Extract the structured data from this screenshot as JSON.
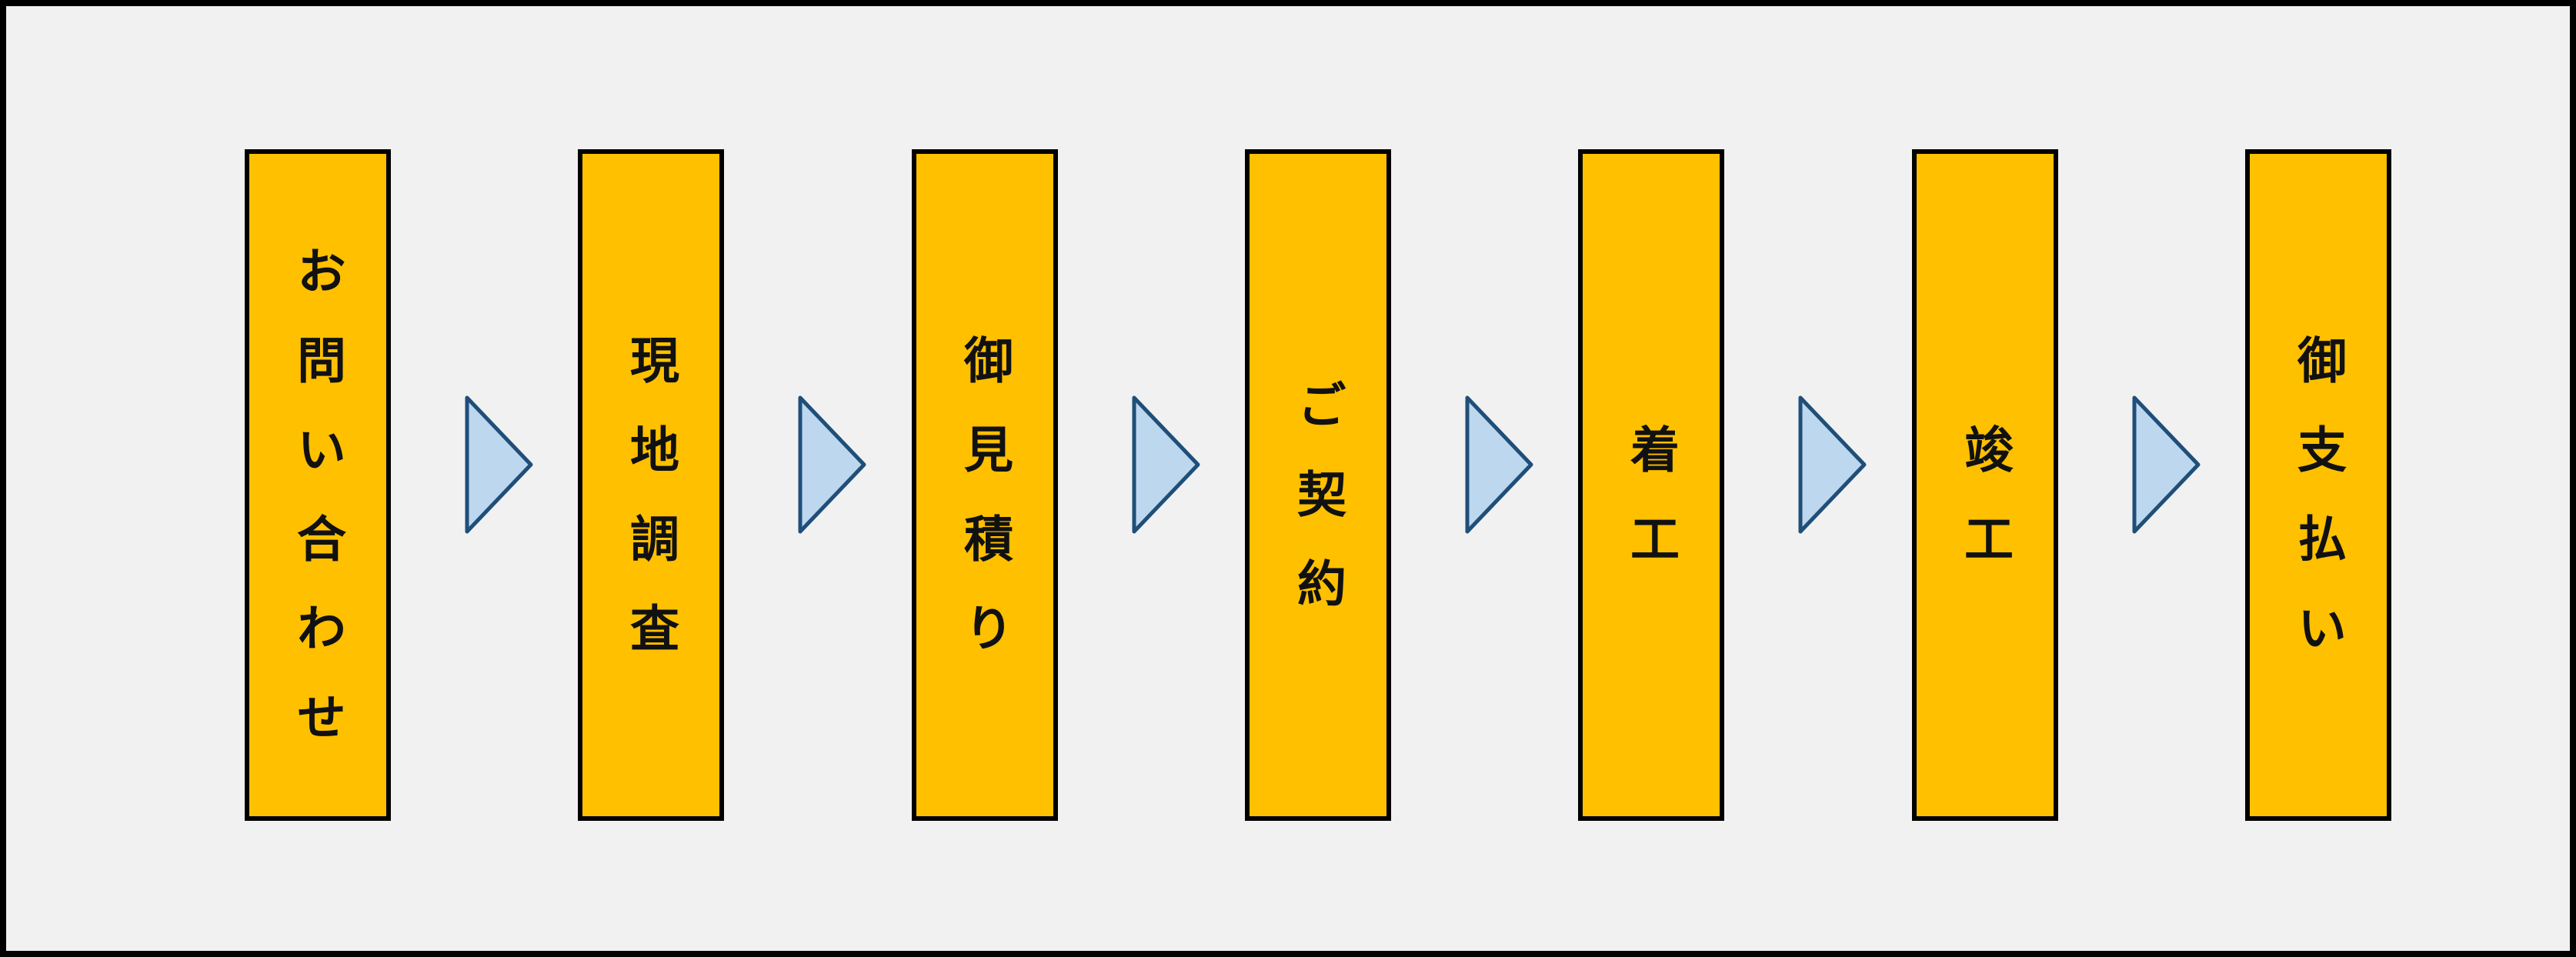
{
  "flow": {
    "title": "construction-process-flow",
    "steps": [
      {
        "label": "お問い合わせ"
      },
      {
        "label": "現地調査"
      },
      {
        "label": "御見積り"
      },
      {
        "label": "ご契約"
      },
      {
        "label": "着工"
      },
      {
        "label": "竣工"
      },
      {
        "label": "御支払い"
      }
    ],
    "arrow_icon": "right-pointing-triangle",
    "colors": {
      "background": "#F1F1F1",
      "canvas_border": "#000000",
      "step_fill": "#FFC000",
      "step_border": "#000000",
      "arrow_fill": "#BDD7EE",
      "arrow_border": "#1F4E79",
      "text": "#111111"
    }
  }
}
